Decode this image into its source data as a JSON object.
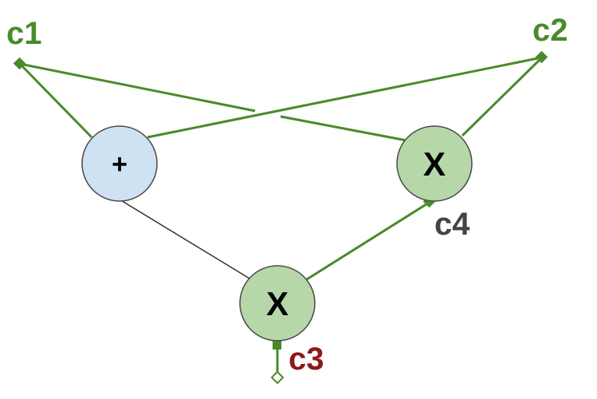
{
  "labels": {
    "c1": "c1",
    "c2": "c2",
    "c3": "c3",
    "c4": "c4"
  },
  "nodes": {
    "add": {
      "symbol": "+"
    },
    "mul_right": {
      "symbol": "X"
    },
    "mul_bottom": {
      "symbol": "X"
    }
  },
  "colors": {
    "wire": "#4a8a2a",
    "label_green": "#4a8a2a",
    "label_red": "#8b1a1a",
    "label_gray": "#444444",
    "add_fill": "#cfe2f3",
    "mul_fill": "#b6d7a8",
    "node_stroke": "#4a4a4a",
    "gray_wire": "#333333"
  }
}
